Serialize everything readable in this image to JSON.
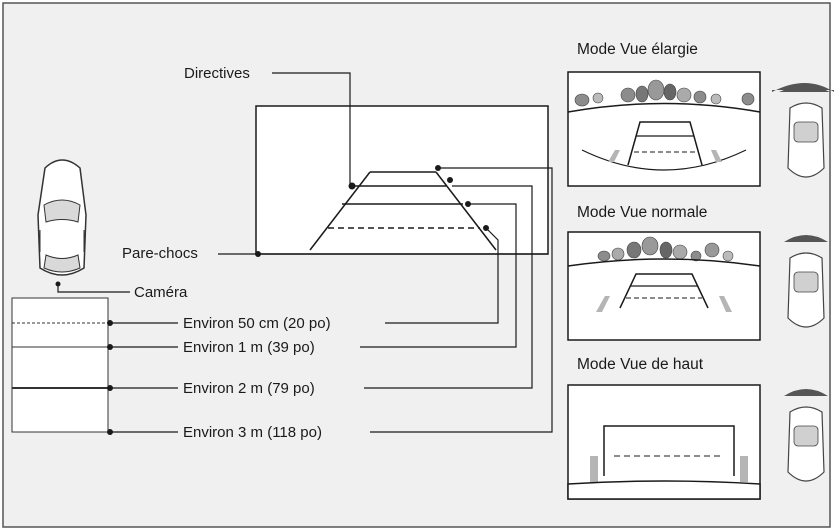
{
  "labels": {
    "guidelines": "Directives",
    "bumper": "Pare-chocs",
    "camera": "Caméra",
    "dist_50cm": "Environ 50 cm (20 po)",
    "dist_1m": "Environ 1 m (39 po)",
    "dist_2m": "Environ 2 m (79 po)",
    "dist_3m": "Environ 3 m (118 po)"
  },
  "modes": {
    "wide": "Mode Vue élargie",
    "normal": "Mode Vue normale",
    "top": "Mode Vue de haut"
  },
  "colors": {
    "panel_bg": "#f0f0f0",
    "line": "#1a1a1a",
    "screen_fill": "#ffffff",
    "car_body": "#d9d9d9",
    "tree_dark": "#6e6e6e",
    "tree_light": "#bdbdbd"
  }
}
